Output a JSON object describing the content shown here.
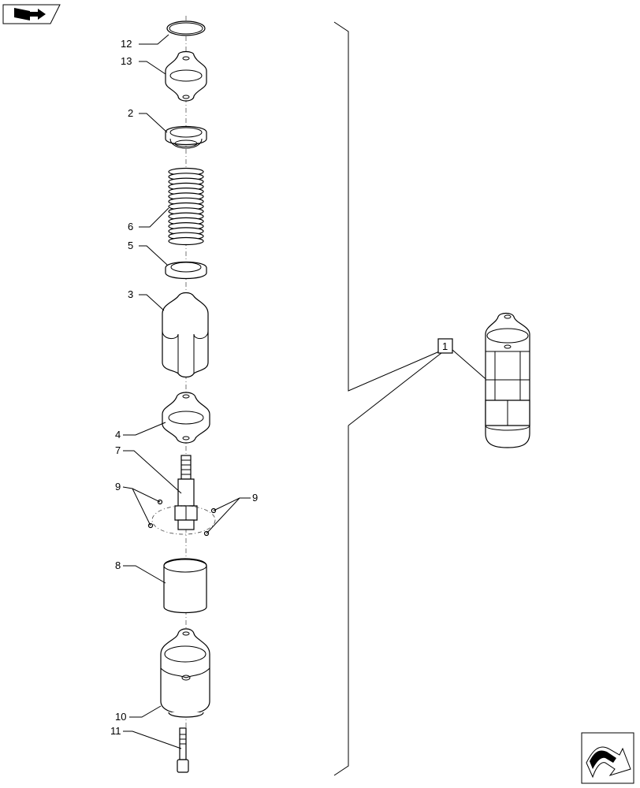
{
  "callouts": {
    "c12": "12",
    "c13": "13",
    "c2": "2",
    "c6": "6",
    "c5": "5",
    "c3": "3",
    "c4": "4",
    "c7": "7",
    "c9a": "9",
    "c9b": "9",
    "c8": "8",
    "c10": "10",
    "c11": "11",
    "c1": "1"
  },
  "icons": {
    "top_left": "book-arrow-icon",
    "bottom_right": "next-page-arrow-icon"
  }
}
